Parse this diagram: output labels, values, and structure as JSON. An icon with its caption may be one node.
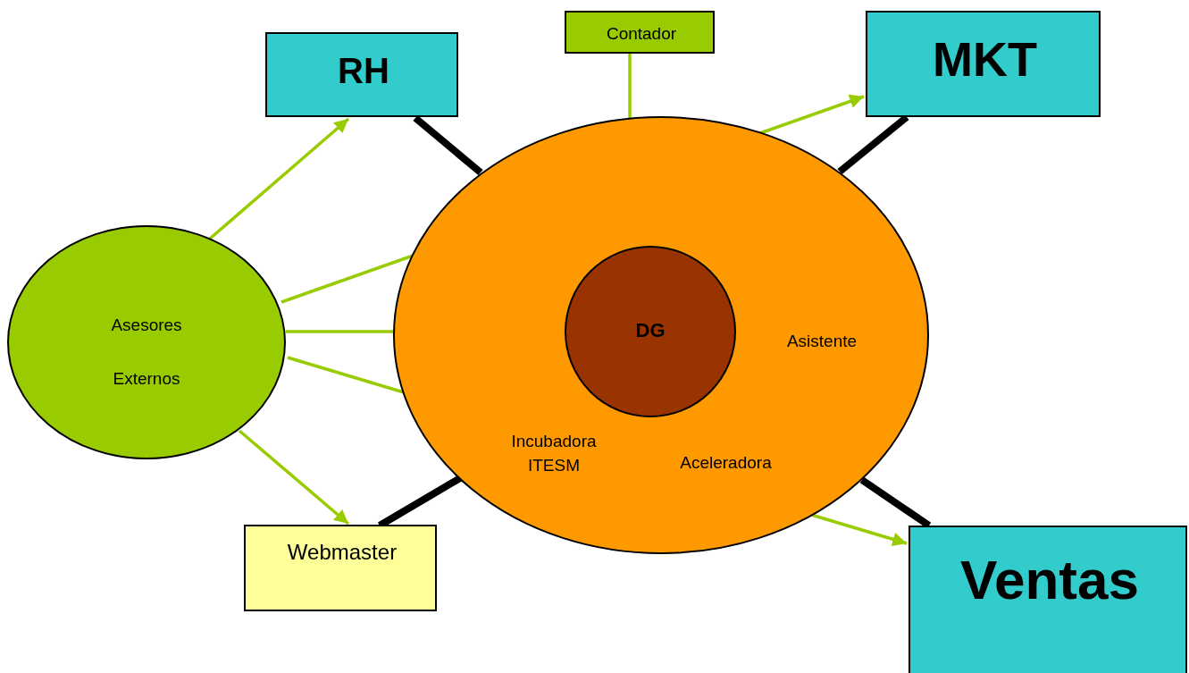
{
  "diagram": {
    "nodes": [
      {
        "text": [
          "Contador"
        ]
      },
      {
        "text": [
          "RH"
        ]
      },
      {
        "text": [
          "MKT"
        ]
      },
      {
        "text": [
          "Asesores Externos"
        ]
      },
      {
        "text": [
          "Asistente",
          "Incubadora ITESM",
          "Aceleradora"
        ]
      },
      {
        "text": [
          "DG"
        ],
        "in": 4
      },
      {
        "text": [
          "Webmaster"
        ]
      },
      {
        "text": [
          "Ventas"
        ]
      }
    ],
    "edges": [
      {
        "from": 3,
        "to": 1,
        "arrow": "to"
      },
      {
        "from": 3,
        "to": 2,
        "arrow": "to"
      },
      {
        "from": 3,
        "to": 5,
        "arrow": "to"
      },
      {
        "from": 3,
        "to": 7,
        "arrow": "to"
      },
      {
        "from": 3,
        "to": 6,
        "arrow": "to"
      },
      {
        "from": 0,
        "to": 5,
        "arrow": "to"
      },
      {
        "from": 4,
        "to": 1,
        "arrow": "none",
        "style": "thick",
        "color": "#000000"
      },
      {
        "from": 4,
        "to": 2,
        "arrow": "none",
        "style": "thick",
        "color": "#000000"
      },
      {
        "from": 4,
        "to": 6,
        "arrow": "none",
        "style": "thick",
        "color": "#000000"
      },
      {
        "from": 4,
        "to": 7,
        "arrow": "none",
        "style": "thick",
        "color": "#000000"
      }
    ]
  }
}
